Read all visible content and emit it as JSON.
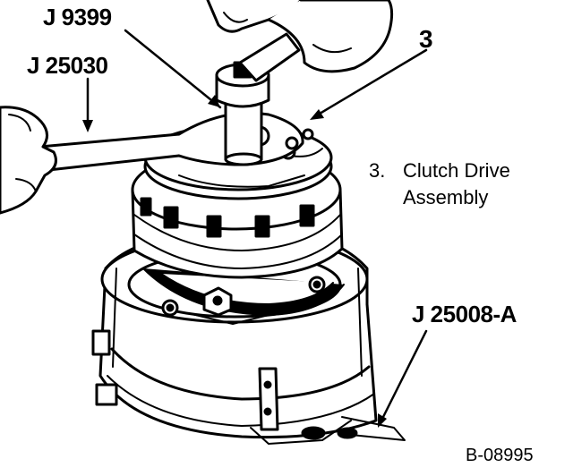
{
  "callouts": {
    "j9399": "J 9399",
    "j25030": "J 25030",
    "item3": "3",
    "j25008a": "J 25008-A"
  },
  "legend": {
    "number": "3.",
    "line1": "Clutch Drive",
    "line2": "Assembly"
  },
  "figure_id": "B-08995"
}
